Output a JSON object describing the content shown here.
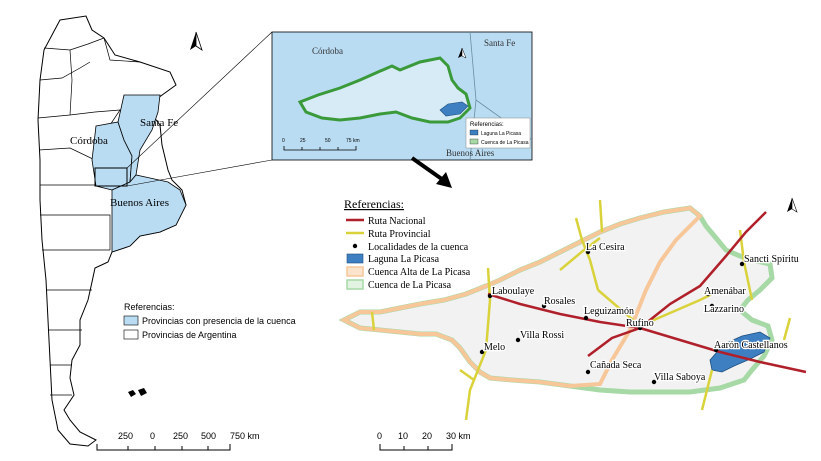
{
  "colors": {
    "province_fill": "#b9dcf3",
    "province_stroke": "#000000",
    "basin_fill": "#a6d9a6",
    "basin_stroke": "#3a9a3a",
    "upper_basin": "#f7c79a",
    "lagoon": "#3d7fc0",
    "national_route": "#b0202a",
    "provincial_route": "#d9d23a",
    "locality": "#000000"
  },
  "national_map": {
    "provinces_labels": [
      "Córdoba",
      "Santa Fe",
      "Buenos Aires"
    ],
    "legend": {
      "title": "Referencias:",
      "items": [
        {
          "label": "Provincias con presencia de la cuenca",
          "fill": "#b9dcf3"
        },
        {
          "label": "Provincias de Argentina",
          "fill": "#ffffff"
        }
      ]
    },
    "scale_labels": [
      "250",
      "0",
      "250",
      "500",
      "750 km"
    ],
    "north_icon": "north-arrow-icon"
  },
  "inset_map": {
    "labels": [
      "Córdoba",
      "Santa Fe",
      "Buenos Aires"
    ],
    "legend": {
      "title": "Referencias:",
      "items": [
        {
          "label": "Laguna La Picasa",
          "fill": "#3d7fc0"
        },
        {
          "label": "Cuenca de La Picasa",
          "fill": "#a6d9a6"
        }
      ]
    },
    "scale_labels": [
      "0",
      "25",
      "50",
      "75 km"
    ],
    "north_icon": "north-arrow-icon"
  },
  "detail_map": {
    "legend": {
      "title": "Referencias:",
      "items": [
        {
          "label": "Ruta Nacional",
          "type": "line",
          "color": "#b0202a"
        },
        {
          "label": "Ruta Provincial",
          "type": "line",
          "color": "#d9d23a"
        },
        {
          "label": "Localidades de la cuenca",
          "type": "dot",
          "color": "#000000"
        },
        {
          "label": "Laguna La Picasa",
          "type": "box",
          "color": "#3d7fc0"
        },
        {
          "label": "Cuenca Alta de La Picasa",
          "type": "box",
          "color": "#f7c79a"
        },
        {
          "label": "Cuenca de La Picasa",
          "type": "box",
          "color": "#a6d9a6"
        }
      ]
    },
    "localities": [
      "La Cesira",
      "Sancti Spíritu",
      "Amenábar",
      "Lazzarino",
      "Laboulaye",
      "Rosales",
      "Leguizamón",
      "Rufino",
      "Villa Rossi",
      "Aarón Castellanos",
      "Melo",
      "Cañada Seca",
      "Villa Saboya"
    ],
    "scale_labels": [
      "0",
      "10",
      "20",
      "30 km"
    ],
    "north_icon": "north-arrow-icon"
  }
}
